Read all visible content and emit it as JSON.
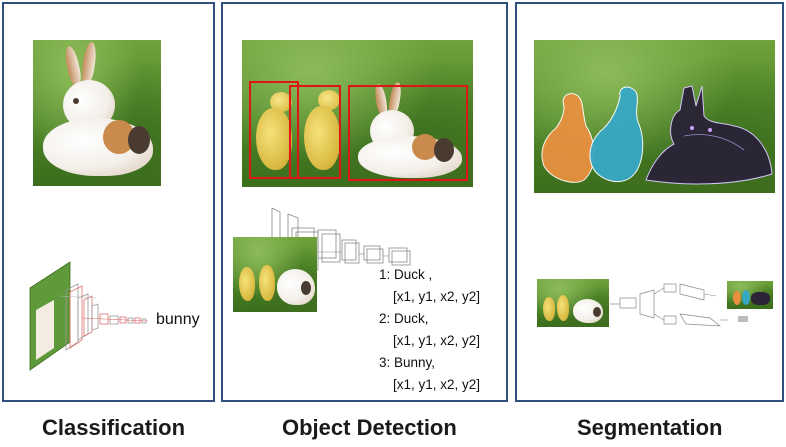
{
  "panels": {
    "classification": {
      "caption": "Classification",
      "output_label": "bunny"
    },
    "detection": {
      "caption": "Object Detection",
      "results": [
        "1: Duck ,",
        "[x1, y1, x2, y2]",
        "2: Duck,",
        "[x1, y1, x2, y2]",
        "3: Bunny,",
        "[x1, y1, x2, y2]"
      ]
    },
    "segmentation": {
      "caption": "Segmentation"
    }
  },
  "colors": {
    "panel_border": "#2f4f7f",
    "bbox": "#e11515",
    "duck_mask_1": "#e8903f",
    "duck_mask_2": "#37a8c4",
    "bunny_mask": "#2a2436"
  }
}
